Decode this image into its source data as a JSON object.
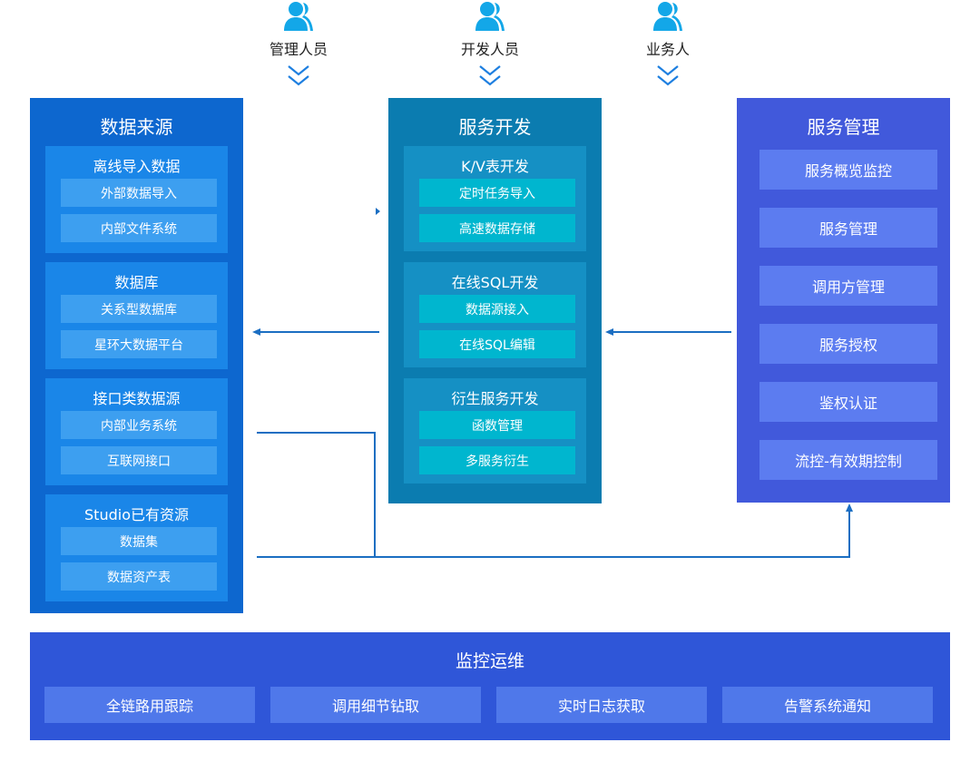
{
  "roles": [
    {
      "icon": "user-pair-icon",
      "label": "管理人员"
    },
    {
      "icon": "user-pair-icon",
      "label": "开发人员"
    },
    {
      "icon": "user-pair-icon",
      "label": "业务人"
    }
  ],
  "data_source": {
    "title": "数据来源",
    "groups": [
      {
        "title": "离线导入数据",
        "items": [
          "外部数据导入",
          "内部文件系统"
        ]
      },
      {
        "title": "数据库",
        "items": [
          "关系型数据库",
          "星环大数据平台"
        ]
      },
      {
        "title": "接口类数据源",
        "items": [
          "内部业务系统",
          "互联网接口"
        ]
      },
      {
        "title": "Studio已有资源",
        "items": [
          "数据集",
          "数据资产表"
        ]
      }
    ]
  },
  "service_dev": {
    "title": "服务开发",
    "groups": [
      {
        "title": "K/V表开发",
        "items": [
          "定时任务导入",
          "高速数据存储"
        ]
      },
      {
        "title": "在线SQL开发",
        "items": [
          "数据源接入",
          "在线SQL编辑"
        ]
      },
      {
        "title": "衍生服务开发",
        "items": [
          "函数管理",
          "多服务衍生"
        ]
      }
    ]
  },
  "service_mgmt": {
    "title": "服务管理",
    "items": [
      "服务概览监控",
      "服务管理",
      "调用方管理",
      "服务授权",
      "鉴权认证",
      "流控-有效期控制"
    ]
  },
  "monitoring": {
    "title": "监控运维",
    "items": [
      "全链路用跟踪",
      "调用细节钻取",
      "实时日志获取",
      "告警系统通知"
    ]
  },
  "colors": {
    "data_source_panel": "#0d67cf",
    "data_source_group": "#1a86e8",
    "data_source_item": "#3d9ff0",
    "service_dev_panel": "#0b7cb0",
    "service_dev_group": "#1590c4",
    "service_dev_item": "#00b6cf",
    "service_mgmt_panel": "#4159db",
    "service_mgmt_item": "#5c7cf0",
    "monitoring_panel": "#2f56d8",
    "monitoring_item": "#4f78ea",
    "connector": "#1b6ec2",
    "user_icon": "#13a7e8"
  }
}
